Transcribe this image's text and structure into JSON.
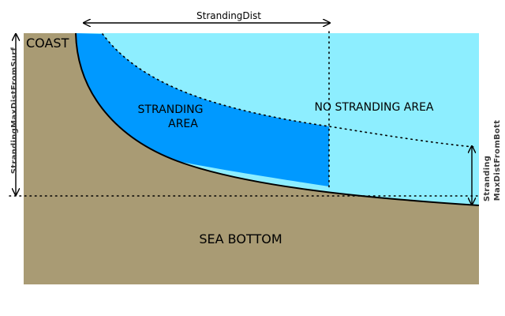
{
  "labels": {
    "coast": "COAST",
    "stranding_area_line1": "STRANDING",
    "stranding_area_line2": "AREA",
    "no_stranding_area": "NO STRANDING AREA",
    "sea_bottom": "SEA BOTTOM",
    "stranding_dist": "StrandingDist",
    "max_dist_from_surf": "StrandingMaxDistFromSurf",
    "max_dist_from_bott_line1": "Stranding",
    "max_dist_from_bott_line2": "MaxDistFromBott"
  },
  "colors": {
    "sea_bottom": "#a99b74",
    "water": "#8deeff",
    "stranding_area": "#0099ff",
    "lines": "#000000"
  }
}
